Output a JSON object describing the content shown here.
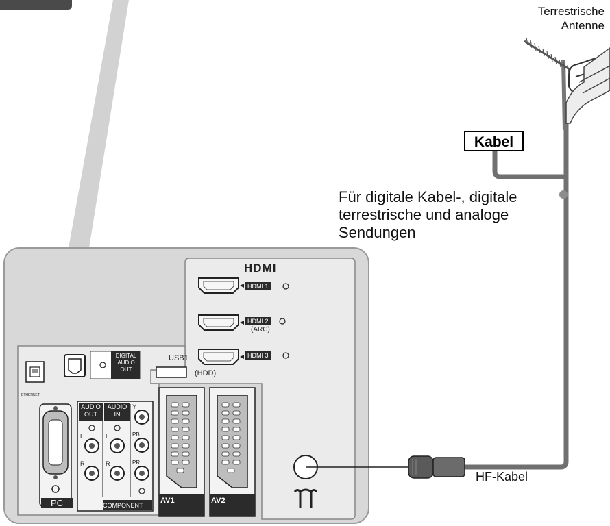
{
  "diagram": {
    "antenna_label_line1": "Terrestrische",
    "antenna_label_line2": "Antenne",
    "kabel_label": "Kabel",
    "description_line1": "Für digitale Kabel-, digitale",
    "description_line2": "terrestrische und analoge",
    "description_line3": "Sendungen",
    "hf_cable_label": "HF-Kabel"
  },
  "panel": {
    "hdmi_logo": "HDMI",
    "hdmi1": "HDMI 1",
    "hdmi2": "HDMI 2",
    "hdmi2_sub": "(ARC)",
    "hdmi3": "HDMI 3",
    "usb1": "USB1",
    "usb_sub": "(HDD)",
    "digital_audio_1": "DIGITAL",
    "digital_audio_2": "AUDIO",
    "digital_audio_3": "OUT",
    "ethernet": "ETHERNET",
    "audio_out_1": "AUDIO",
    "audio_out_2": "OUT",
    "audio_in_1": "AUDIO",
    "audio_in_2": "IN",
    "y": "Y",
    "pb": "PB",
    "pr": "PR",
    "l1": "L",
    "r1": "R",
    "l2": "L",
    "r2": "R",
    "component": "COMPONENT",
    "pc": "PC",
    "av1": "AV1",
    "av2": "AV2"
  }
}
